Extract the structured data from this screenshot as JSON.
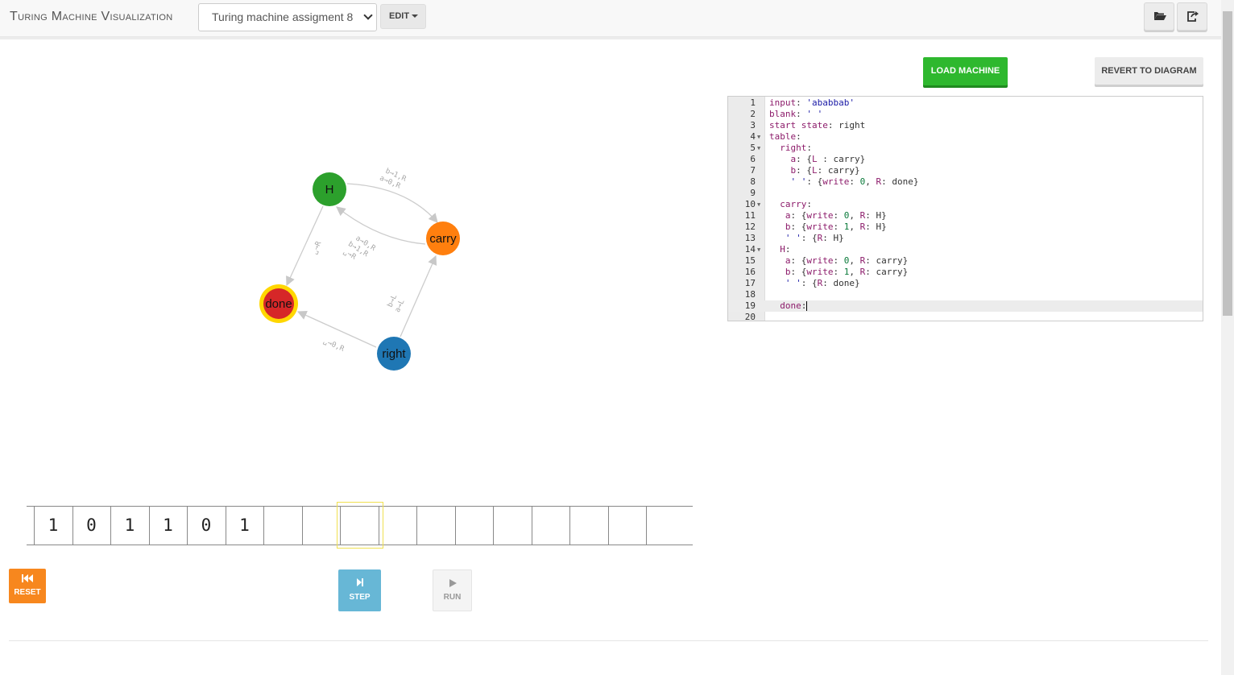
{
  "navbar": {
    "brand": "Turing Machine Visualization",
    "selected_machine": "Turing machine assigment 8",
    "edit_label": "EDIT",
    "icons": [
      "folder-open-icon",
      "share-icon"
    ]
  },
  "actions": {
    "load_label": "LOAD MACHINE",
    "revert_label": "REVERT TO DIAGRAM"
  },
  "diagram": {
    "states": [
      {
        "id": "H",
        "label": "H",
        "color": "#2ca02c"
      },
      {
        "id": "carry",
        "label": "carry",
        "color": "#ff7f0e"
      },
      {
        "id": "done",
        "label": "done",
        "color": "#d62728",
        "highlight": "#ffd700"
      },
      {
        "id": "right",
        "label": "right",
        "color": "#1f77b4"
      }
    ],
    "edges": [
      {
        "from": "H",
        "to": "carry",
        "labels": [
          "b→1,R",
          "a→0,R"
        ]
      },
      {
        "from": "carry",
        "to": "H",
        "labels": [
          "a→0,R",
          "b→1,R",
          "␣→R"
        ]
      },
      {
        "from": "H",
        "to": "done",
        "labels": [
          "␣→R"
        ]
      },
      {
        "from": "right",
        "to": "carry",
        "labels": [
          "b→L",
          "a→L"
        ]
      },
      {
        "from": "right",
        "to": "done",
        "labels": [
          "␣→0,R"
        ]
      }
    ]
  },
  "editor": {
    "lines": [
      "input: 'ababbab'",
      "blank: ' '",
      "start state: right",
      "table:",
      "  right:",
      "    a: {L : carry}",
      "    b: {L: carry}",
      "    ' ': {write: 0, R: done}",
      "",
      "  carry:",
      "   a: {write: 0, R: H}",
      "   b: {write: 1, R: H}",
      "   ' ': {R: H}",
      "  H:",
      "   a: {write: 0, R: carry}",
      "   b: {write: 1, R: carry}",
      "   ' ': {R: done}",
      "",
      "  done:",
      ""
    ],
    "fold_lines": [
      4,
      5,
      10,
      14
    ],
    "active_line": 19
  },
  "tape": {
    "cells": [
      "1",
      "0",
      "1",
      "1",
      "0",
      "1",
      "",
      "",
      "",
      "",
      "",
      "",
      "",
      "",
      "",
      "",
      ""
    ],
    "head_index": 8
  },
  "controls": {
    "reset_label": "RESET",
    "step_label": "STEP",
    "run_label": "RUN"
  }
}
